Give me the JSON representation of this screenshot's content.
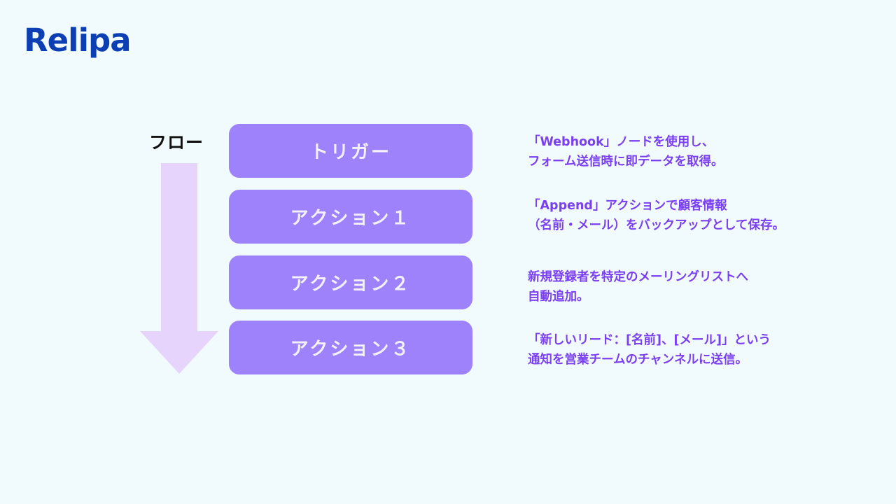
{
  "logo": {
    "text": "Relipa"
  },
  "flow_label": "フロー",
  "steps": [
    {
      "label": "トリガー"
    },
    {
      "label": "アクション１"
    },
    {
      "label": "アクション２"
    },
    {
      "label": "アクション３"
    }
  ],
  "descriptions": [
    {
      "line1": "「Webhook」ノードを使用し、",
      "line2": "フォーム送信時に即データを取得。"
    },
    {
      "line1": "「Append」アクションで顧客情報",
      "line2": "（名前・メール）をバックアップとして保存。"
    },
    {
      "line1": "新規登録者を特定のメーリングリストへ",
      "line2": "自動追加。"
    },
    {
      "line1": "「新しいリード：[名前]、[メール]」という",
      "line2": "通知を営業チームのチャンネルに送信。"
    }
  ],
  "colors": {
    "background": "#f1fbfd",
    "logo": "#0c3fb3",
    "step_box": "#9d82fb",
    "step_text": "#f4f0ff",
    "arrow": "#e6d4fd",
    "description_text": "#7a3ff0"
  }
}
